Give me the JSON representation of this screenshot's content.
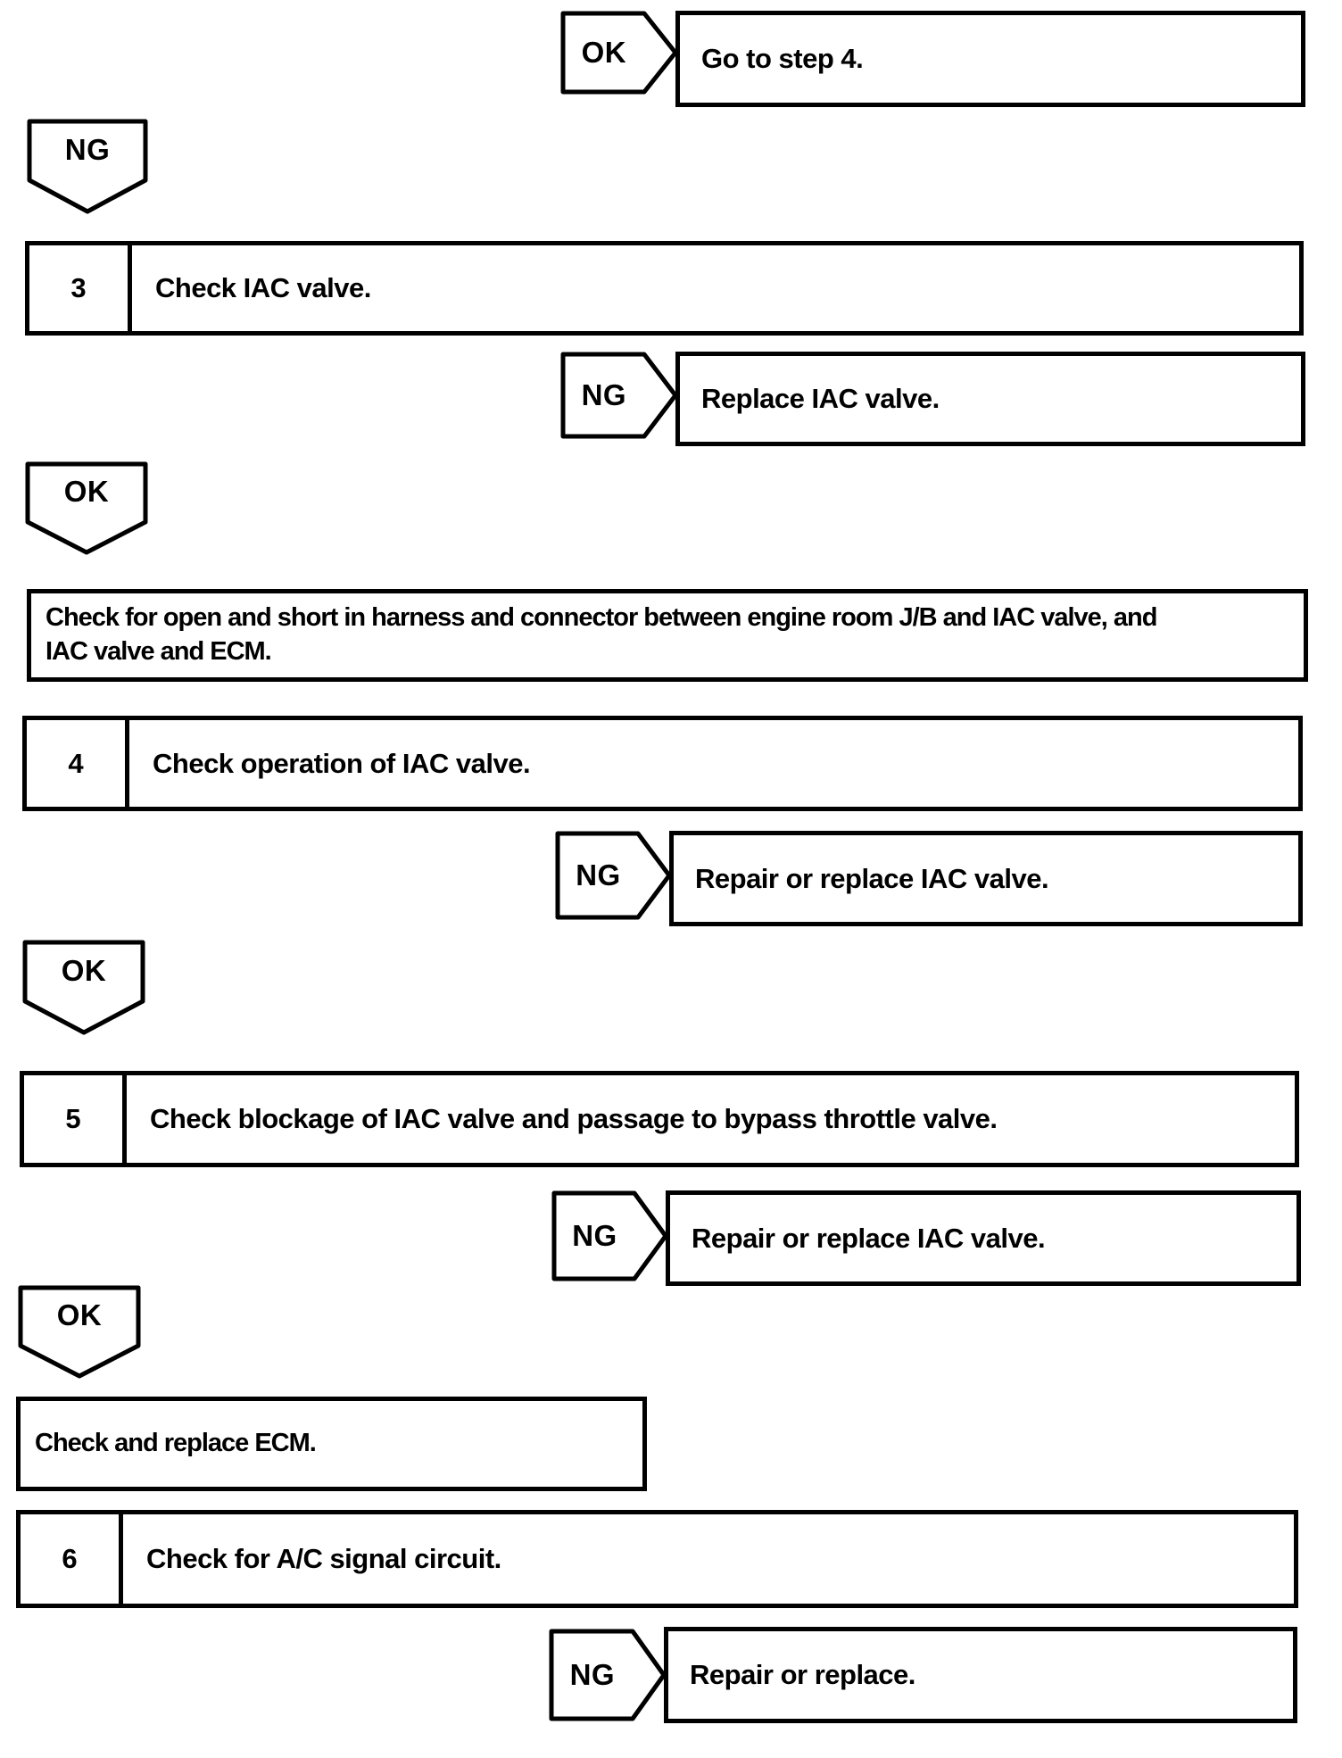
{
  "colors": {
    "ink": "#000000",
    "paper": "#ffffff"
  },
  "nodes": {
    "branch_ok_top": {
      "label": "OK",
      "result": "Go to step 4."
    },
    "conn_ng_1": {
      "label": "NG"
    },
    "step3": {
      "number": "3",
      "title": "Check IAC valve."
    },
    "branch_ng_3": {
      "label": "NG",
      "result": "Replace IAC valve."
    },
    "conn_ok_1": {
      "label": "OK"
    },
    "action_harness": {
      "text": "Check for open and short in harness and connector between engine room J/B and IAC valve, and\nIAC valve and ECM."
    },
    "step4": {
      "number": "4",
      "title": "Check operation of IAC valve."
    },
    "branch_ng_4": {
      "label": "NG",
      "result": "Repair or replace IAC valve."
    },
    "conn_ok_2": {
      "label": "OK"
    },
    "step5": {
      "number": "5",
      "title": "Check blockage of IAC valve and passage to bypass throttle valve."
    },
    "branch_ng_5": {
      "label": "NG",
      "result": "Repair or replace IAC valve."
    },
    "conn_ok_3": {
      "label": "OK"
    },
    "action_ecm": {
      "text": "Check and replace ECM."
    },
    "step6": {
      "number": "6",
      "title": "Check for A/C signal circuit."
    },
    "branch_ng_6": {
      "label": "NG",
      "result": "Repair or replace."
    }
  }
}
